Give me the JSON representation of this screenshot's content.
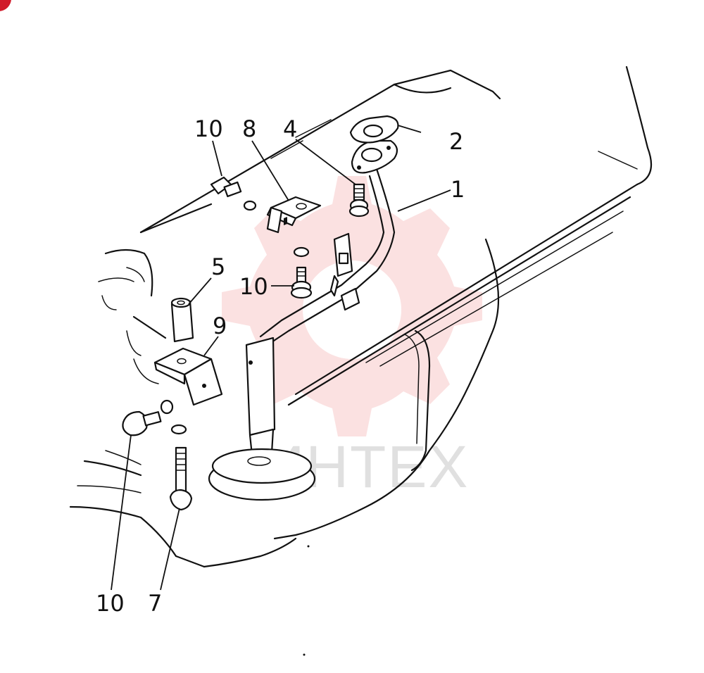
{
  "callouts": {
    "c1": "1",
    "c2": "2",
    "c4": "4",
    "c5": "5",
    "c7": "7",
    "c8": "8",
    "c9": "9",
    "c10_top": "10",
    "c10_mid": "10",
    "c10_bottom": "10"
  },
  "watermark": {
    "text": "ИНТЕХ",
    "color": "#e85a5a"
  },
  "colors": {
    "line": "#111111",
    "corner_badge": "#d11a2a"
  }
}
